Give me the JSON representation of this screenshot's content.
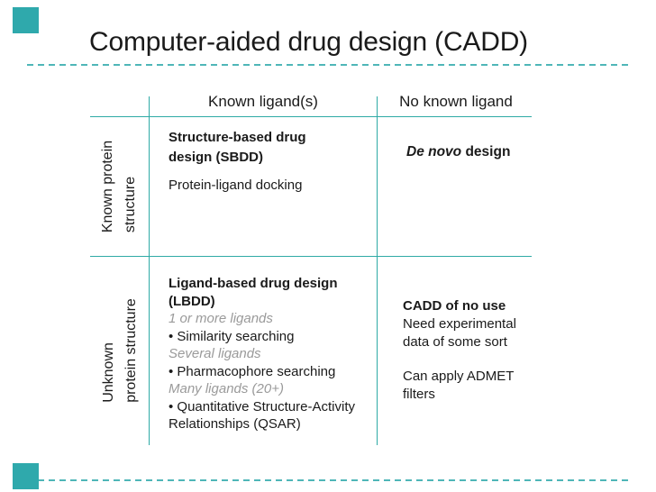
{
  "slide": {
    "title": "Computer-aided drug design (CADD)"
  },
  "colors": {
    "grid_line_teal": "#2faaa6",
    "dashed_rule_teal": "#4fb6b8",
    "corner_square_teal": "#2fa9ac",
    "text_black": "#1a1a1a",
    "muted_gray": "#9a9a9a"
  },
  "matrix": {
    "col_headers": [
      "Known ligand(s)",
      "No known ligand"
    ],
    "row_headers": [
      {
        "line1": "Known protein",
        "line2": "structure"
      },
      {
        "line1": "Unknown",
        "line2": "protein structure"
      }
    ],
    "cells": {
      "sbdd": {
        "heading_line1": "Structure-based drug",
        "heading_line2": "design (SBDD)",
        "body": "Protein-ligand docking"
      },
      "denovo": {
        "emphasis": "De novo",
        "rest": " design"
      },
      "lbdd": {
        "lines": [
          {
            "text": "Ligand-based drug design",
            "style": "bold"
          },
          {
            "text": "(LBDD)",
            "style": "bold"
          },
          {
            "text": "1 or more ligands",
            "style": "muted"
          },
          {
            "text": "• Similarity searching",
            "style": "normal"
          },
          {
            "text": "Several ligands",
            "style": "muted"
          },
          {
            "text": "• Pharmacophore searching",
            "style": "normal"
          },
          {
            "text": "Many ligands (20+)",
            "style": "muted"
          },
          {
            "text": "• Quantitative Structure-Activity",
            "style": "normal"
          },
          {
            "text": "Relationships (QSAR)",
            "style": "normal"
          }
        ]
      },
      "no_use": {
        "heading": "CADD of no use",
        "para1_line1": "Need experimental",
        "para1_line2": "data of some sort",
        "para2_line1": "Can apply ADMET",
        "para2_line2": "filters"
      }
    }
  }
}
